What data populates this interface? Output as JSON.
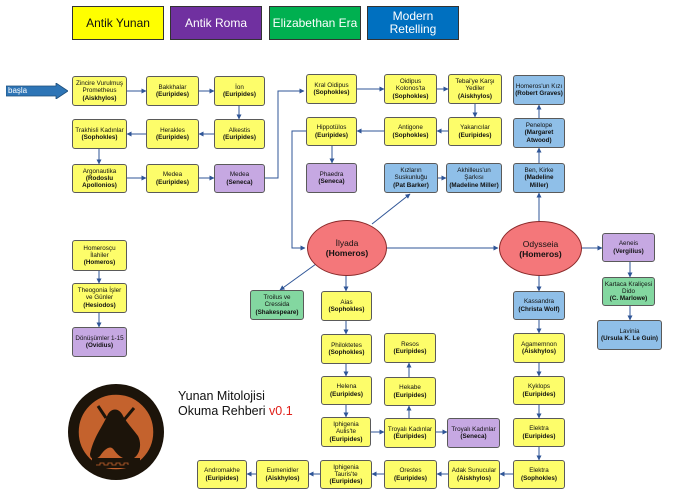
{
  "legend": [
    {
      "id": "ay",
      "label": "Antik Yunan",
      "color": "#ffff00"
    },
    {
      "id": "ar",
      "label": "Antik Roma",
      "color": "#7030a0"
    },
    {
      "id": "ee",
      "label": "Elizabethan Era",
      "color": "#00b050"
    },
    {
      "id": "mr",
      "label": "Modern Retelling",
      "color": "#0070c0"
    }
  ],
  "start_label": "başla",
  "title": {
    "line1": "Yunan Mitolojisi",
    "line2": "Okuma Rehberi",
    "version": "v0.1"
  },
  "nodes": {
    "zincire": {
      "t": "Zincire Vurulmuş Prometheus",
      "a": "(Aiskhylos)"
    },
    "bakkhalar": {
      "t": "Bakkhalar",
      "a": "(Euripides)"
    },
    "ion": {
      "t": "İon",
      "a": "(Euripides)"
    },
    "trakhisli": {
      "t": "Trakhisli Kadınlar",
      "a": "(Sophokles)"
    },
    "herakles": {
      "t": "Herakles",
      "a": "(Euripides)"
    },
    "alkestis": {
      "t": "Alkestis",
      "a": "(Euripides)"
    },
    "argonautika": {
      "t": "Argonautika",
      "a": "(Rodoslu Apollonios)"
    },
    "medea_e": {
      "t": "Medea",
      "a": "(Euripides)"
    },
    "medea_s": {
      "t": "Medea",
      "a": "(Seneca)"
    },
    "kral_oidipus": {
      "t": "Kral Oidipus",
      "a": "(Sophokles)"
    },
    "oidipus_kolonos": {
      "t": "Oidipus Kolonos'ta",
      "a": "(Sophokles)"
    },
    "tebai": {
      "t": "Tebai'ye Karşı Yediler",
      "a": "(Aiskhylos)"
    },
    "hippolytos": {
      "t": "Hippotülos",
      "a": "(Euripides)"
    },
    "antigone": {
      "t": "Antigone",
      "a": "(Sophokles)"
    },
    "yakaricilar": {
      "t": "Yakarıcılar",
      "a": "(Euripides)"
    },
    "phaedra": {
      "t": "Phaedra",
      "a": "(Seneca)"
    },
    "kizlarin": {
      "t": "Kızların Suskunluğu",
      "a": "(Pat Barker)"
    },
    "akhilleus": {
      "t": "Akhilleus'un Şarkısı",
      "a": "(Madeline Miller)"
    },
    "homerosun_kizi": {
      "t": "Homeros'un Kızı",
      "a": "(Robert Graves)"
    },
    "penelope": {
      "t": "Penelope",
      "a": "(Margaret Atwood)"
    },
    "ben_kirke": {
      "t": "Ben, Kirke",
      "a": "(Madeline Miller)"
    },
    "ilyada": {
      "t": "İlyada",
      "a": "(Homeros)"
    },
    "odysseia": {
      "t": "Odysseia",
      "a": "(Homeros)"
    },
    "homerosu": {
      "t": "Homerosçu İlahiler",
      "a": "(Homeros)"
    },
    "theogonia": {
      "t": "Theogonia İşler ve Günler",
      "a": "(Hesiodos)"
    },
    "donusumler": {
      "t": "Dönüşümler 1-15",
      "a": "(Ovidius)"
    },
    "troilus": {
      "t": "Troilus ve Cressida",
      "a": "(Shakespeare)"
    },
    "aias": {
      "t": "Aias",
      "a": "(Sophokles)"
    },
    "aeneis": {
      "t": "Aeneis",
      "a": "(Vergilius)"
    },
    "kartaca": {
      "t": "Kartaca Kraliçesi Dido",
      "a": "(C. Marlowe)"
    },
    "lavinia": {
      "t": "Lavinia",
      "a": "(Ursula K. Le Guin)"
    },
    "kassandra": {
      "t": "Kassandra",
      "a": "(Christa Wolf)"
    },
    "philoktetes": {
      "t": "Philoktetes",
      "a": "(Sophokles)"
    },
    "resos": {
      "t": "Resos",
      "a": "(Euripides)"
    },
    "agamemnon": {
      "t": "Agamemnon",
      "a": "(Aiskhylos)"
    },
    "helena": {
      "t": "Helena",
      "a": "(Euripides)"
    },
    "hekabe": {
      "t": "Hekabe",
      "a": "(Euripides)"
    },
    "kyklops": {
      "t": "Kyklops",
      "a": "(Euripides)"
    },
    "iphigenia_a": {
      "t": "Iphigenia Aulis'te",
      "a": "(Euripides)"
    },
    "troyali_e": {
      "t": "Troyalı Kadınlar",
      "a": "(Euripides)"
    },
    "troyali_s": {
      "t": "Troyalı Kadınlar",
      "a": "(Seneca)"
    },
    "elektra_e": {
      "t": "Elektra",
      "a": "(Euripides)"
    },
    "andromakhe": {
      "t": "Andromakhe",
      "a": "(Euripides)"
    },
    "eumenidler": {
      "t": "Eumenidler",
      "a": "(Aiskhylos)"
    },
    "iphigenia_t": {
      "t": "Iphigenia Tauris'te",
      "a": "(Euripides)"
    },
    "orestes": {
      "t": "Orestes",
      "a": "(Euripides)"
    },
    "adak": {
      "t": "Adak Sunucular",
      "a": "(Aiskhylos)"
    },
    "elektra_s": {
      "t": "Elektra",
      "a": "(Sophokles)"
    }
  }
}
